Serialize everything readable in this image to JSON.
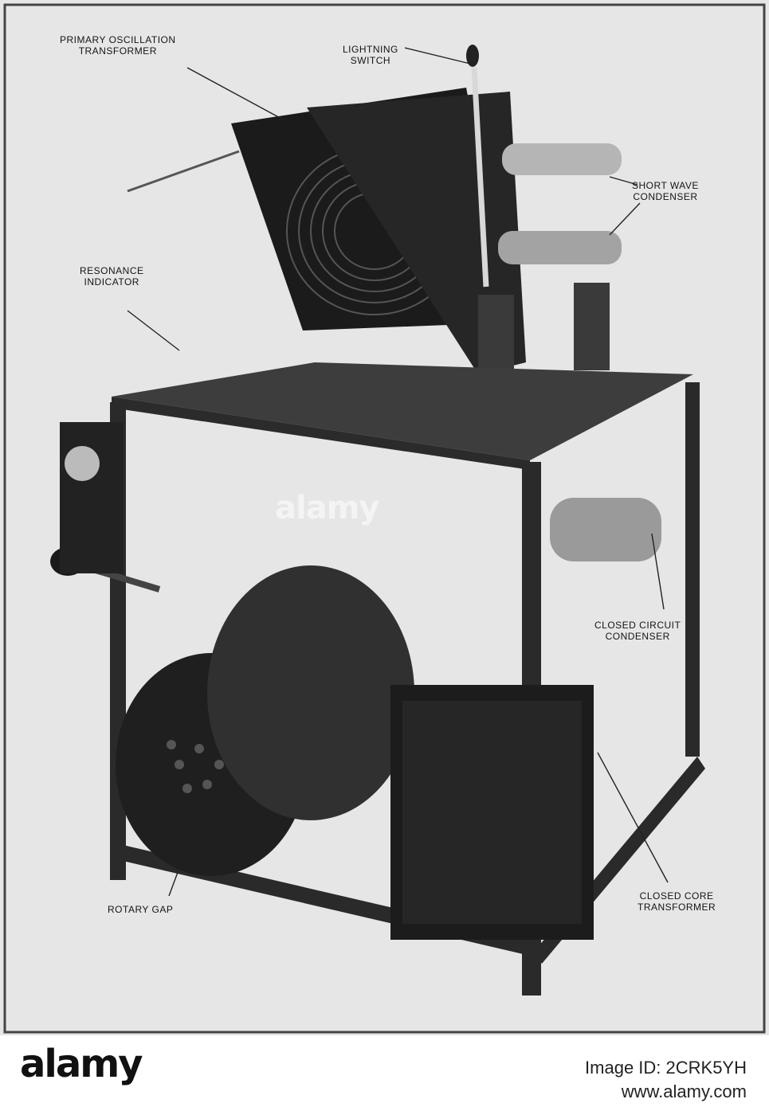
{
  "labels": {
    "primary_oscillation_transformer": [
      "PRIMARY OSCILLATION",
      "TRANSFORMER"
    ],
    "lightning_switch": [
      "LIGHTNING",
      "SWITCH"
    ],
    "short_wave_condenser": [
      "SHORT WAVE",
      "CONDENSER"
    ],
    "resonance_indicator": [
      "RESONANCE",
      "INDICATOR"
    ],
    "closed_circuit_condenser": [
      "CLOSED CIRCUIT",
      "CONDENSER"
    ],
    "rotary_gap": [
      "ROTARY GAP"
    ],
    "closed_core_transformer": [
      "CLOSED CORE",
      "TRANSFORMER"
    ]
  },
  "watermark": {
    "text": "alamy"
  },
  "footer": {
    "logo": "alamy",
    "image_id": "Image ID: 2CRK5YH",
    "site": "www.alamy.com"
  }
}
